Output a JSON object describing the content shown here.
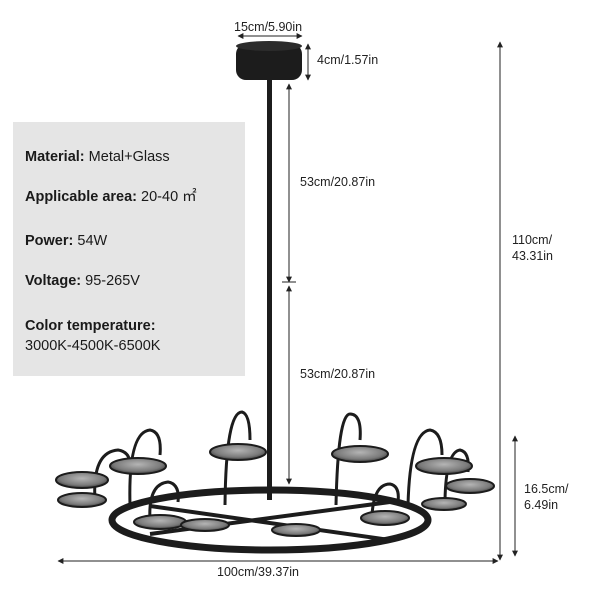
{
  "specs": {
    "material_label": "Material:",
    "material_value": "Metal+Glass",
    "area_label": "Applicable area:",
    "area_value": "20-40 ㎡",
    "power_label": "Power:",
    "power_value": "54W",
    "voltage_label": "Voltage:",
    "voltage_value": "95-265V",
    "color_temp_label": "Color temperature:",
    "color_temp_value": "3000K-4500K-6500K"
  },
  "dimensions": {
    "canopy_width": "15cm/5.90in",
    "canopy_height": "4cm/1.57in",
    "rod_upper": "53cm/20.87in",
    "rod_lower": "53cm/20.87in",
    "total_height_line1": "110cm/",
    "total_height_line2": "43.31in",
    "fixture_height_line1": "16.5cm/",
    "fixture_height_line2": "6.49in",
    "diameter": "100cm/39.37in"
  },
  "colors": {
    "panel_bg": "#e5e5e5",
    "metal": "#1c1c1c",
    "glass": "#8a8a8a",
    "dimension_line": "#222222"
  }
}
